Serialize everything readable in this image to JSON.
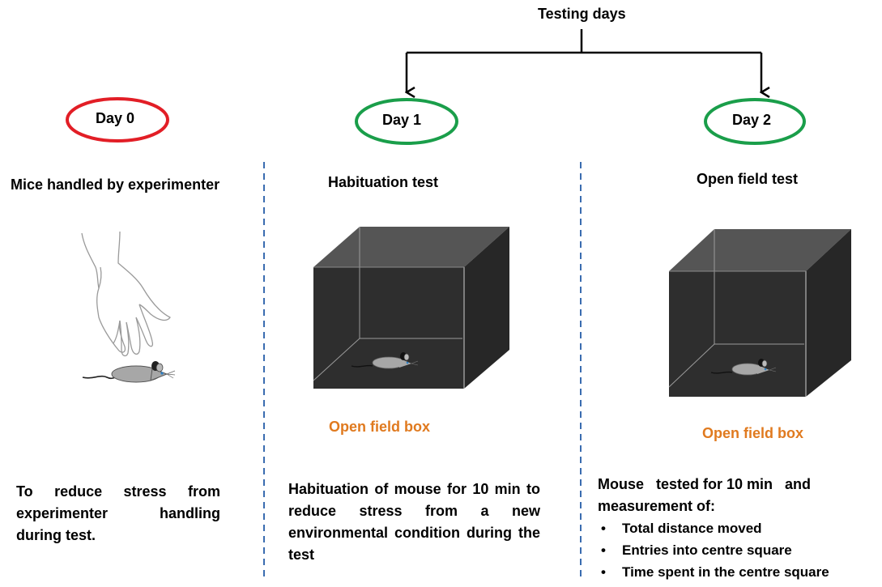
{
  "header": {
    "testing_days": "Testing days"
  },
  "colors": {
    "rest_day": "#e21e26",
    "test_day": "#1a9e4a",
    "caption": "#e07a1f",
    "divider": "#3a6cb0",
    "box": "#2e2e2e"
  },
  "columns": [
    {
      "day": "Day 0",
      "title": "Mice handled by experimenter",
      "illustration": "hand-and-mouse",
      "description": "To reduce stress from experimenter handling during test."
    },
    {
      "day": "Day 1",
      "title": "Habituation  test",
      "illustration": "open-field-box-with-mouse",
      "caption": "Open field box",
      "description": "Habituation  of mouse for 10 min to reduce stress from a new environmental condition during the test"
    },
    {
      "day": "Day 2",
      "title": "Open field test",
      "illustration": "open-field-box-with-mouse",
      "caption": "Open field box",
      "description_line1": "Mouse   tested for 10 min   and",
      "description_line2": "measurement of:",
      "measurements": [
        "Total distance moved",
        "Entries into centre square",
        "Time spent in the centre square"
      ]
    }
  ]
}
